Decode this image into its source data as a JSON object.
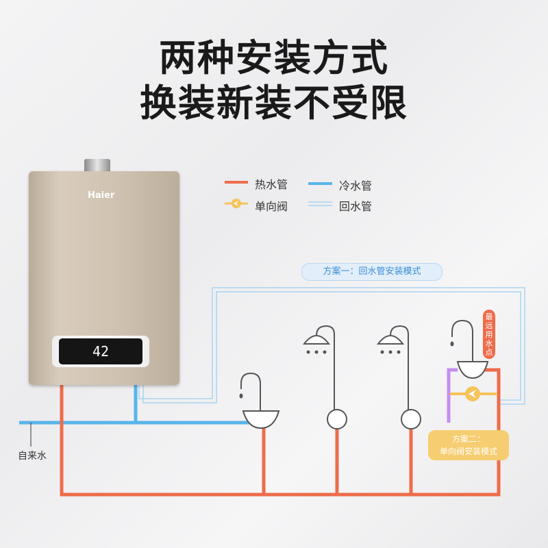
{
  "title": {
    "line1": "两种安装方式",
    "line2": "换装新装不受限"
  },
  "heater": {
    "brand": "Haier",
    "display_temp": "42"
  },
  "legend": [
    {
      "label": "热水管",
      "icon": "hot-pipe-line",
      "color": "#ee6c4b"
    },
    {
      "label": "冷水管",
      "icon": "cold-pipe-line",
      "color": "#59b4ea"
    },
    {
      "label": "单向阀",
      "icon": "check-valve-icon",
      "color": "#f5c35a"
    },
    {
      "label": "回水管",
      "icon": "return-pipe-double-line",
      "color": "#a9d3f0"
    }
  ],
  "scheme1": "方案一：回水管安装模式",
  "scheme2": {
    "line1": "方案二：",
    "line2": "单向阀安装模式"
  },
  "farthest_point": "最远用水点",
  "tap_water": "自来水",
  "colors": {
    "hot": "#ee6c4b",
    "cold": "#59b4ea",
    "mixed": "#c58ef0",
    "valve": "#f5c35a",
    "return": "#a9d3f0"
  }
}
